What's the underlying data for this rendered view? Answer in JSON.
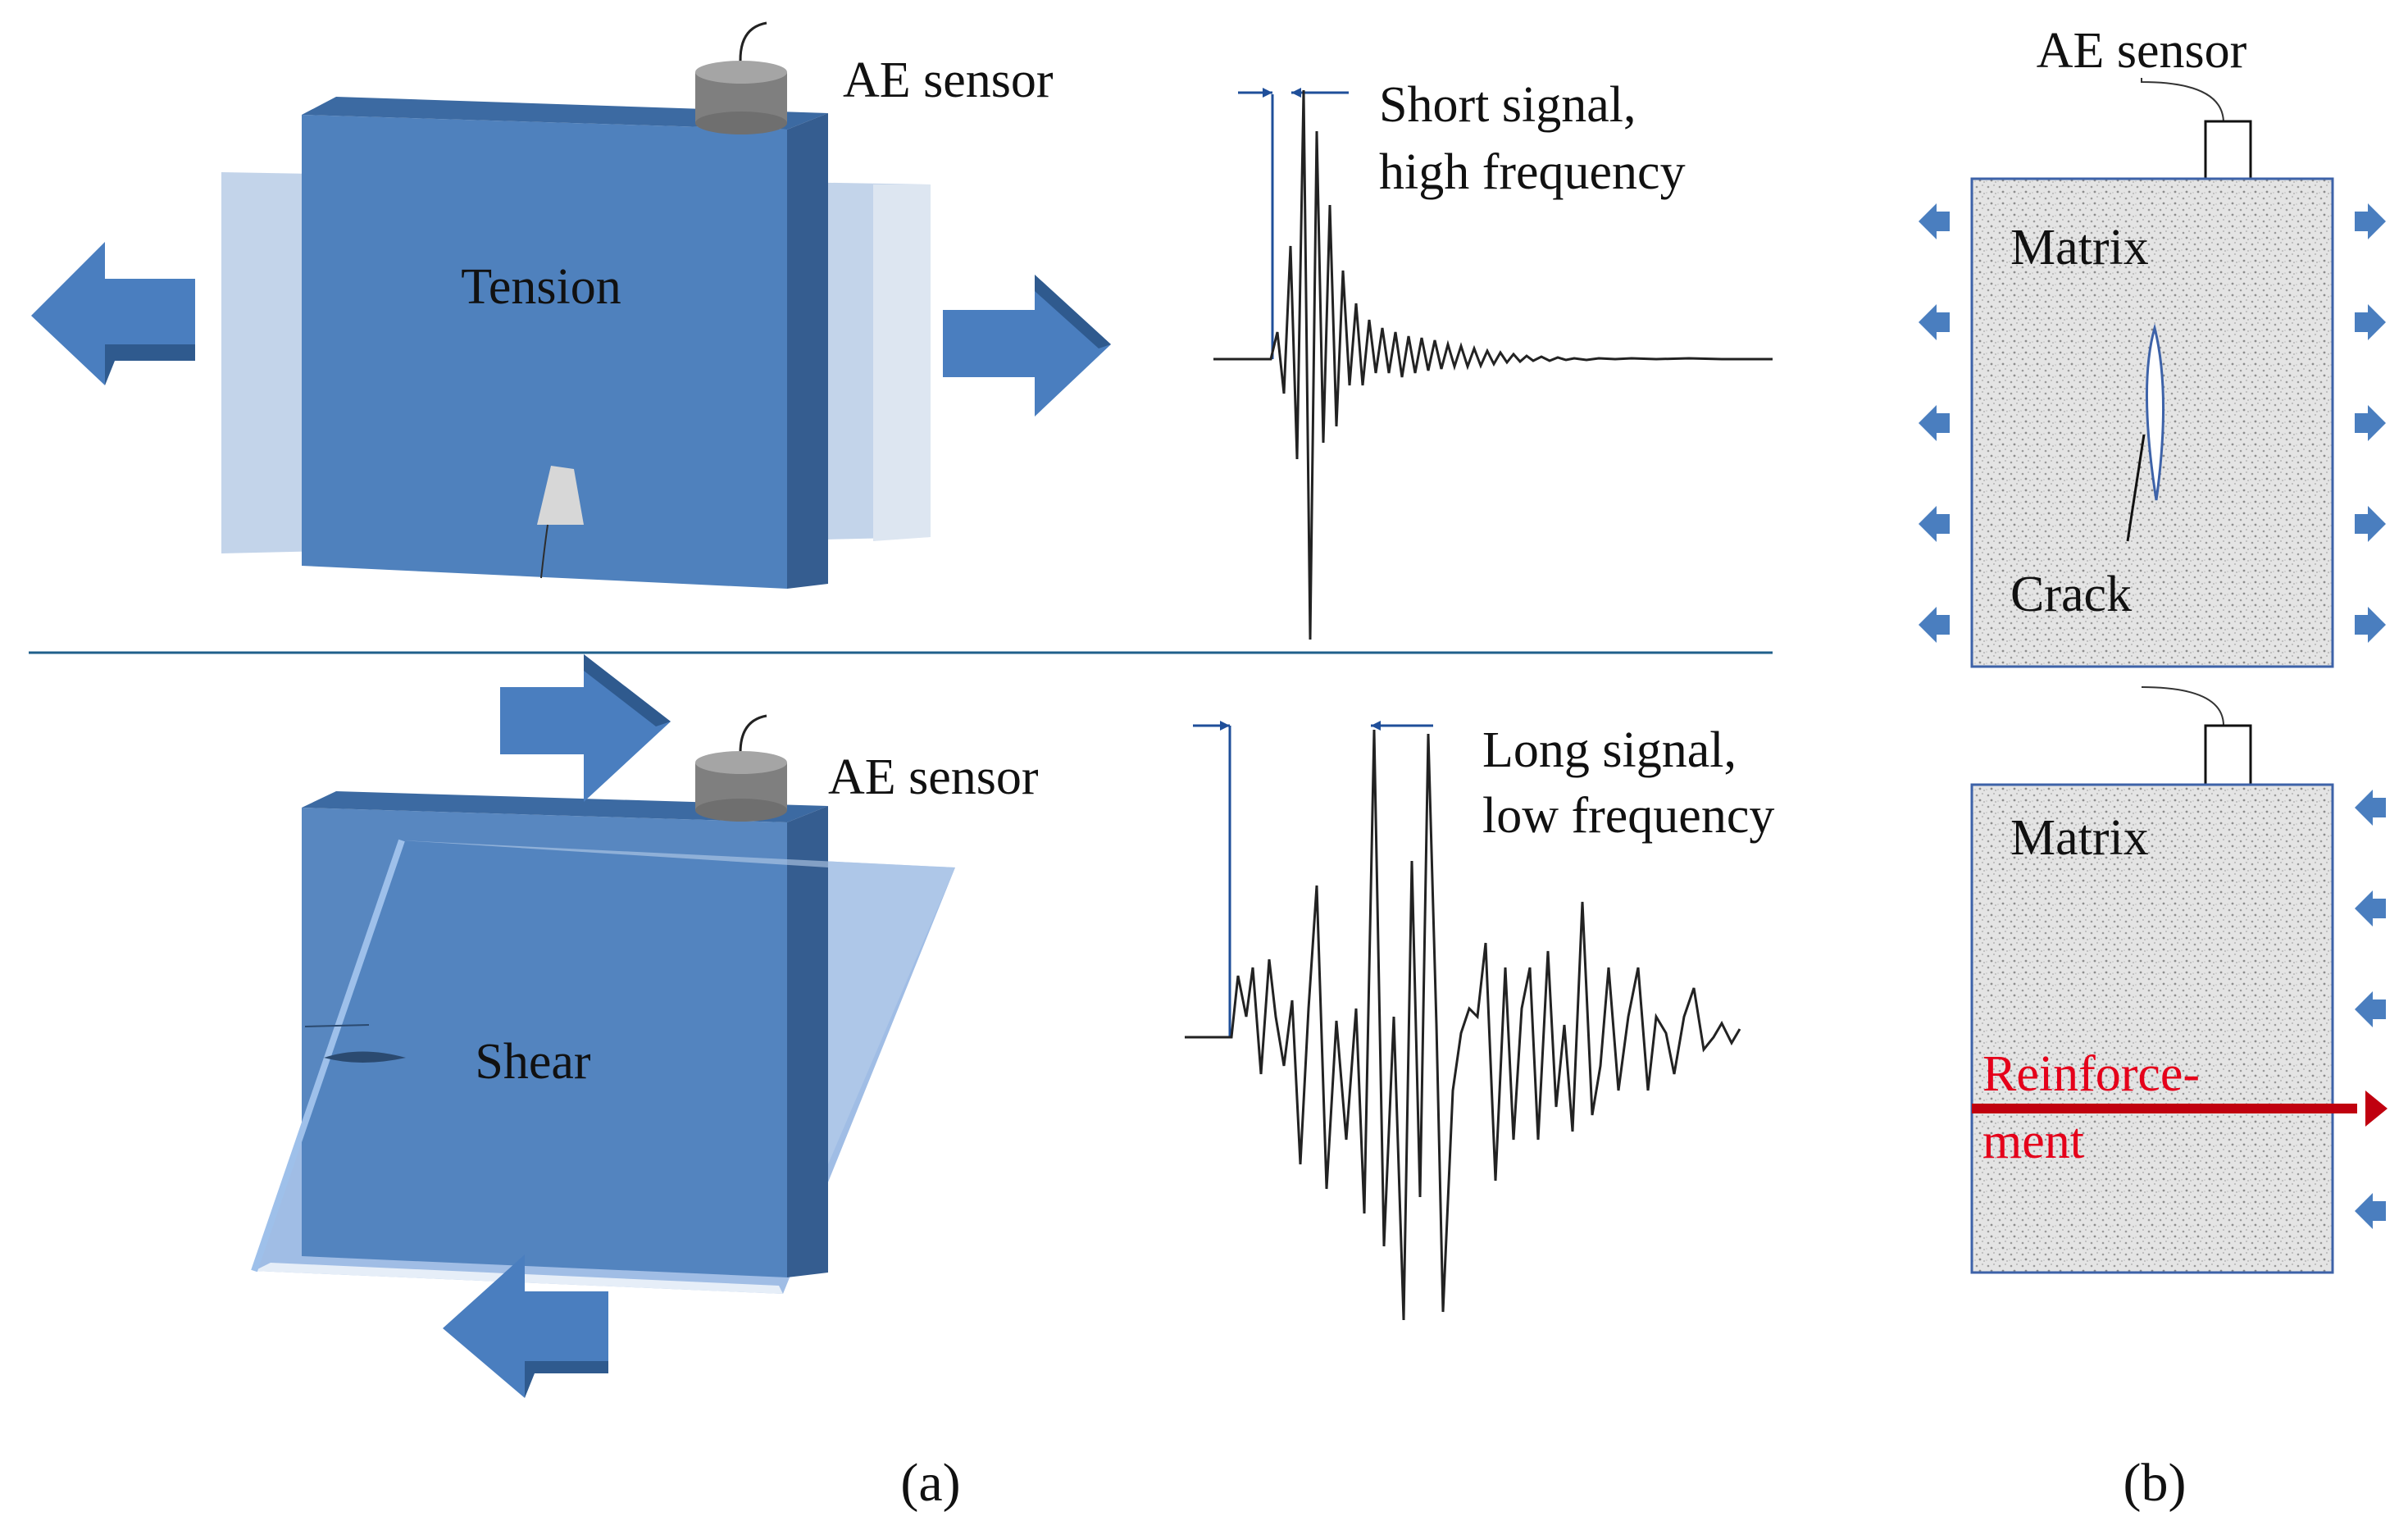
{
  "figure": {
    "panel_a": {
      "label": "(a)",
      "top": {
        "block_label": "Tension",
        "sensor_label": "AE sensor",
        "signal_label_line1": "Short signal,",
        "signal_label_line2": "high frequency"
      },
      "bottom": {
        "block_label": "Shear",
        "sensor_label": "AE sensor",
        "signal_label_line1": "Long signal,",
        "signal_label_line2": "low frequency"
      }
    },
    "panel_b": {
      "label": "(b)",
      "top": {
        "sensor_label": "AE sensor",
        "matrix_label": "Matrix",
        "crack_label": "Crack"
      },
      "bottom": {
        "matrix_label": "Matrix",
        "reinforcement_line1": "Reinforce-",
        "reinforcement_line2": "ment"
      }
    },
    "colors": {
      "block": "#4f81bd",
      "block_dark": "#3a6394",
      "arrow": "#4a7ebf",
      "reinforcement": "#c0000f",
      "matrix": "#e2e2e2",
      "line": "#1f5f8b"
    }
  }
}
